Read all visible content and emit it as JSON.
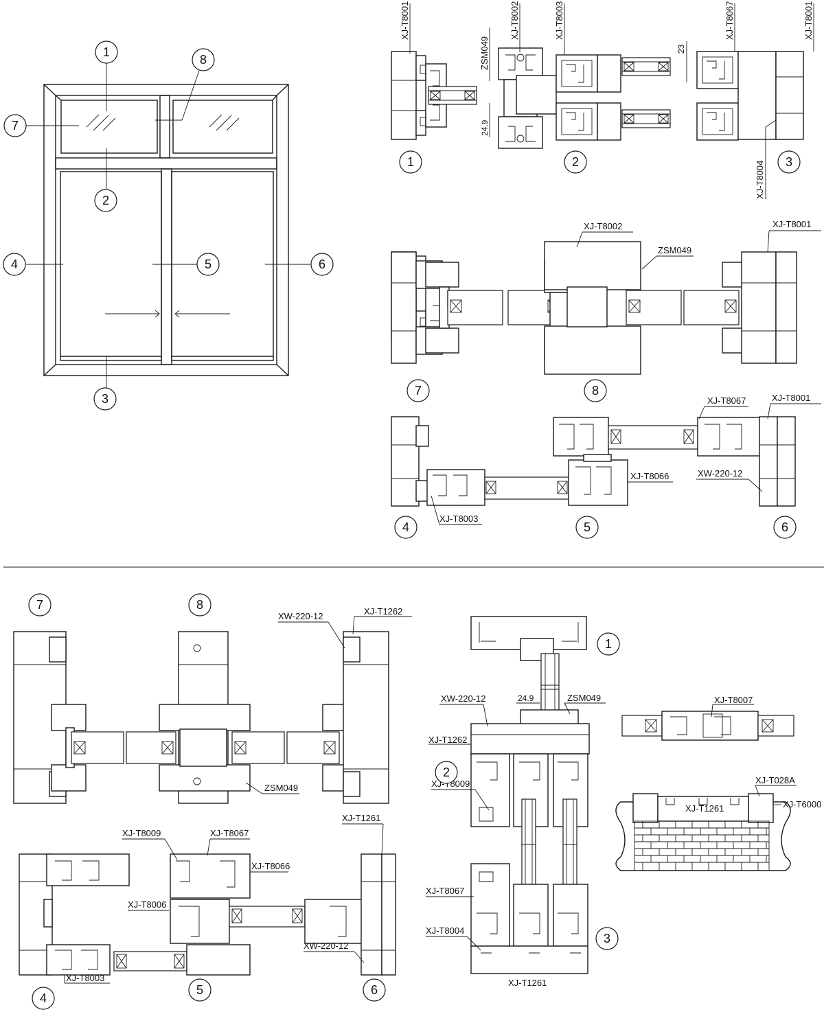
{
  "window_elevation": {
    "callouts": [
      "1",
      "2",
      "3",
      "4",
      "5",
      "6",
      "7",
      "8"
    ]
  },
  "section_top": {
    "numbers": [
      "1",
      "2",
      "3"
    ],
    "labels": [
      "XJ-T8001",
      "XJ-T8002",
      "XJ-T8003",
      "ZSM049",
      "XJ-T8067",
      "XJ-T8001",
      "XJ-T8004"
    ],
    "dims": [
      "23",
      "24.9"
    ]
  },
  "section_78": {
    "numbers": [
      "7",
      "8"
    ],
    "labels": [
      "XJ-T8002",
      "ZSM049",
      "XJ-T8001"
    ]
  },
  "section_456": {
    "numbers": [
      "4",
      "5",
      "6"
    ],
    "labels": [
      "XJ-T8067",
      "XJ-T8001",
      "XJ-T8066",
      "XW-220-12",
      "XJ-T8003"
    ]
  },
  "lower_78": {
    "numbers": [
      "7",
      "8"
    ],
    "labels": [
      "XW-220-12",
      "XJ-T1262",
      "ZSM049"
    ]
  },
  "lower_456": {
    "numbers": [
      "4",
      "5",
      "6"
    ],
    "labels": [
      "XJ-T8009",
      "XJ-T8067",
      "XJ-T8066",
      "XJ-T8006",
      "XJ-T1261",
      "XW-220-12",
      "XJ-T8003"
    ]
  },
  "vertical_123": {
    "numbers": [
      "1",
      "2",
      "3"
    ],
    "labels": [
      "XW-220-12",
      "24.9",
      "ZSM049",
      "XJ-T1262",
      "XJ-T8009",
      "XJ-T8067",
      "XJ-T8004",
      "XJ-T1261"
    ]
  },
  "detail_t8007": {
    "label": "XJ-T8007"
  },
  "detail_wall": {
    "labels": [
      "XJ-T028A",
      "XJ-T1261",
      "XJ-T6000"
    ]
  }
}
